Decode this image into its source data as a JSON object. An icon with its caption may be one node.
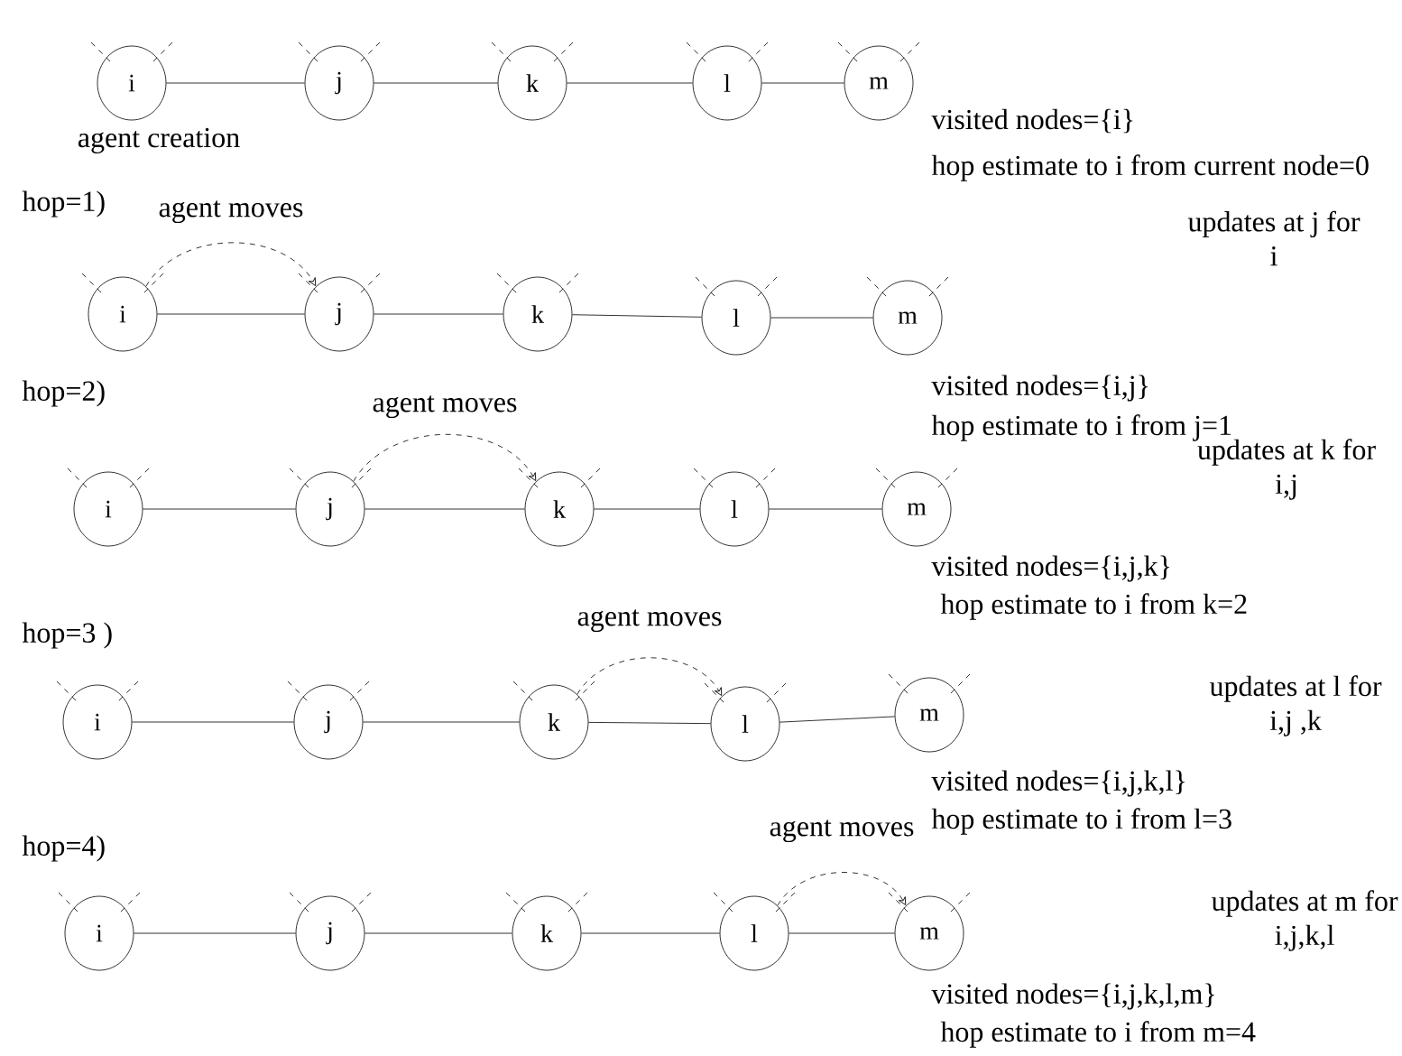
{
  "diagram": {
    "nodes": [
      {
        "text": [
          "i"
        ],
        "beside": [
          "agent creation"
        ]
      },
      {
        "text": [
          "j"
        ]
      },
      {
        "text": [
          "k"
        ]
      },
      {
        "text": [
          "l"
        ]
      },
      {
        "text": [
          "m"
        ]
      },
      {
        "text": [
          "i"
        ]
      },
      {
        "text": [
          "j"
        ]
      },
      {
        "text": [
          "k"
        ]
      },
      {
        "text": [
          "l"
        ]
      },
      {
        "text": [
          "m"
        ]
      },
      {
        "text": [
          "i"
        ]
      },
      {
        "text": [
          "j"
        ]
      },
      {
        "text": [
          "k"
        ]
      },
      {
        "text": [
          "l"
        ]
      },
      {
        "text": [
          "m"
        ]
      },
      {
        "text": [
          "i"
        ]
      },
      {
        "text": [
          "j"
        ]
      },
      {
        "text": [
          "k"
        ]
      },
      {
        "text": [
          "l"
        ]
      },
      {
        "text": [
          "m"
        ]
      },
      {
        "text": [
          "i"
        ]
      },
      {
        "text": [
          "j"
        ]
      },
      {
        "text": [
          "k"
        ]
      },
      {
        "text": [
          "l"
        ]
      },
      {
        "text": [
          "m"
        ]
      }
    ],
    "edges": [
      {
        "from": 0,
        "to": 1,
        "arrow": "none"
      },
      {
        "from": 1,
        "to": 2,
        "arrow": "none"
      },
      {
        "from": 2,
        "to": 3,
        "arrow": "none"
      },
      {
        "from": 3,
        "to": 4,
        "arrow": "none"
      },
      {
        "from": 5,
        "to": 6,
        "arrow": "to",
        "style": "dashed",
        "label": "agent moves"
      },
      {
        "from": 5,
        "to": 6,
        "arrow": "none"
      },
      {
        "from": 6,
        "to": 7,
        "arrow": "none"
      },
      {
        "from": 7,
        "to": 8,
        "arrow": "none"
      },
      {
        "from": 8,
        "to": 9,
        "arrow": "none"
      },
      {
        "from": 11,
        "to": 12,
        "arrow": "to",
        "style": "dashed",
        "label": "agent moves"
      },
      {
        "from": 10,
        "to": 11,
        "arrow": "none"
      },
      {
        "from": 11,
        "to": 12,
        "arrow": "none"
      },
      {
        "from": 12,
        "to": 13,
        "arrow": "none"
      },
      {
        "from": 13,
        "to": 14,
        "arrow": "none"
      },
      {
        "from": 17,
        "to": 18,
        "arrow": "to",
        "style": "dashed",
        "label": "agent moves"
      },
      {
        "from": 15,
        "to": 16,
        "arrow": "none"
      },
      {
        "from": 16,
        "to": 17,
        "arrow": "none"
      },
      {
        "from": 17,
        "to": 18,
        "arrow": "none"
      },
      {
        "from": 18,
        "to": 19,
        "arrow": "none"
      },
      {
        "from": 23,
        "to": 24,
        "arrow": "to",
        "style": "dashed",
        "label": "agent moves"
      },
      {
        "from": 20,
        "to": 21,
        "arrow": "none"
      },
      {
        "from": 21,
        "to": 22,
        "arrow": "none"
      },
      {
        "from": 22,
        "to": 23,
        "arrow": "none"
      },
      {
        "from": 23,
        "to": 24,
        "arrow": "none"
      }
    ],
    "labels": [
      "visited nodes={i}",
      "hop estimate to i from current node=0",
      "hop=1)",
      "updates at j for i",
      "hop=2)",
      "visited nodes={i,j}",
      "hop estimate to i from j=1",
      "updates at k for i,j",
      "visited nodes={i,j,k}",
      "hop estimate to i from k=2",
      "hop=3 )",
      "updates at l for i,j ,k",
      "visited nodes={i,j,k,l}",
      "hop estimate to i from l=3",
      "hop=4)",
      "updates at m for i,j,k,l",
      "visited nodes={i,j,k,l,m}",
      "hop estimate to i from m=4"
    ]
  }
}
